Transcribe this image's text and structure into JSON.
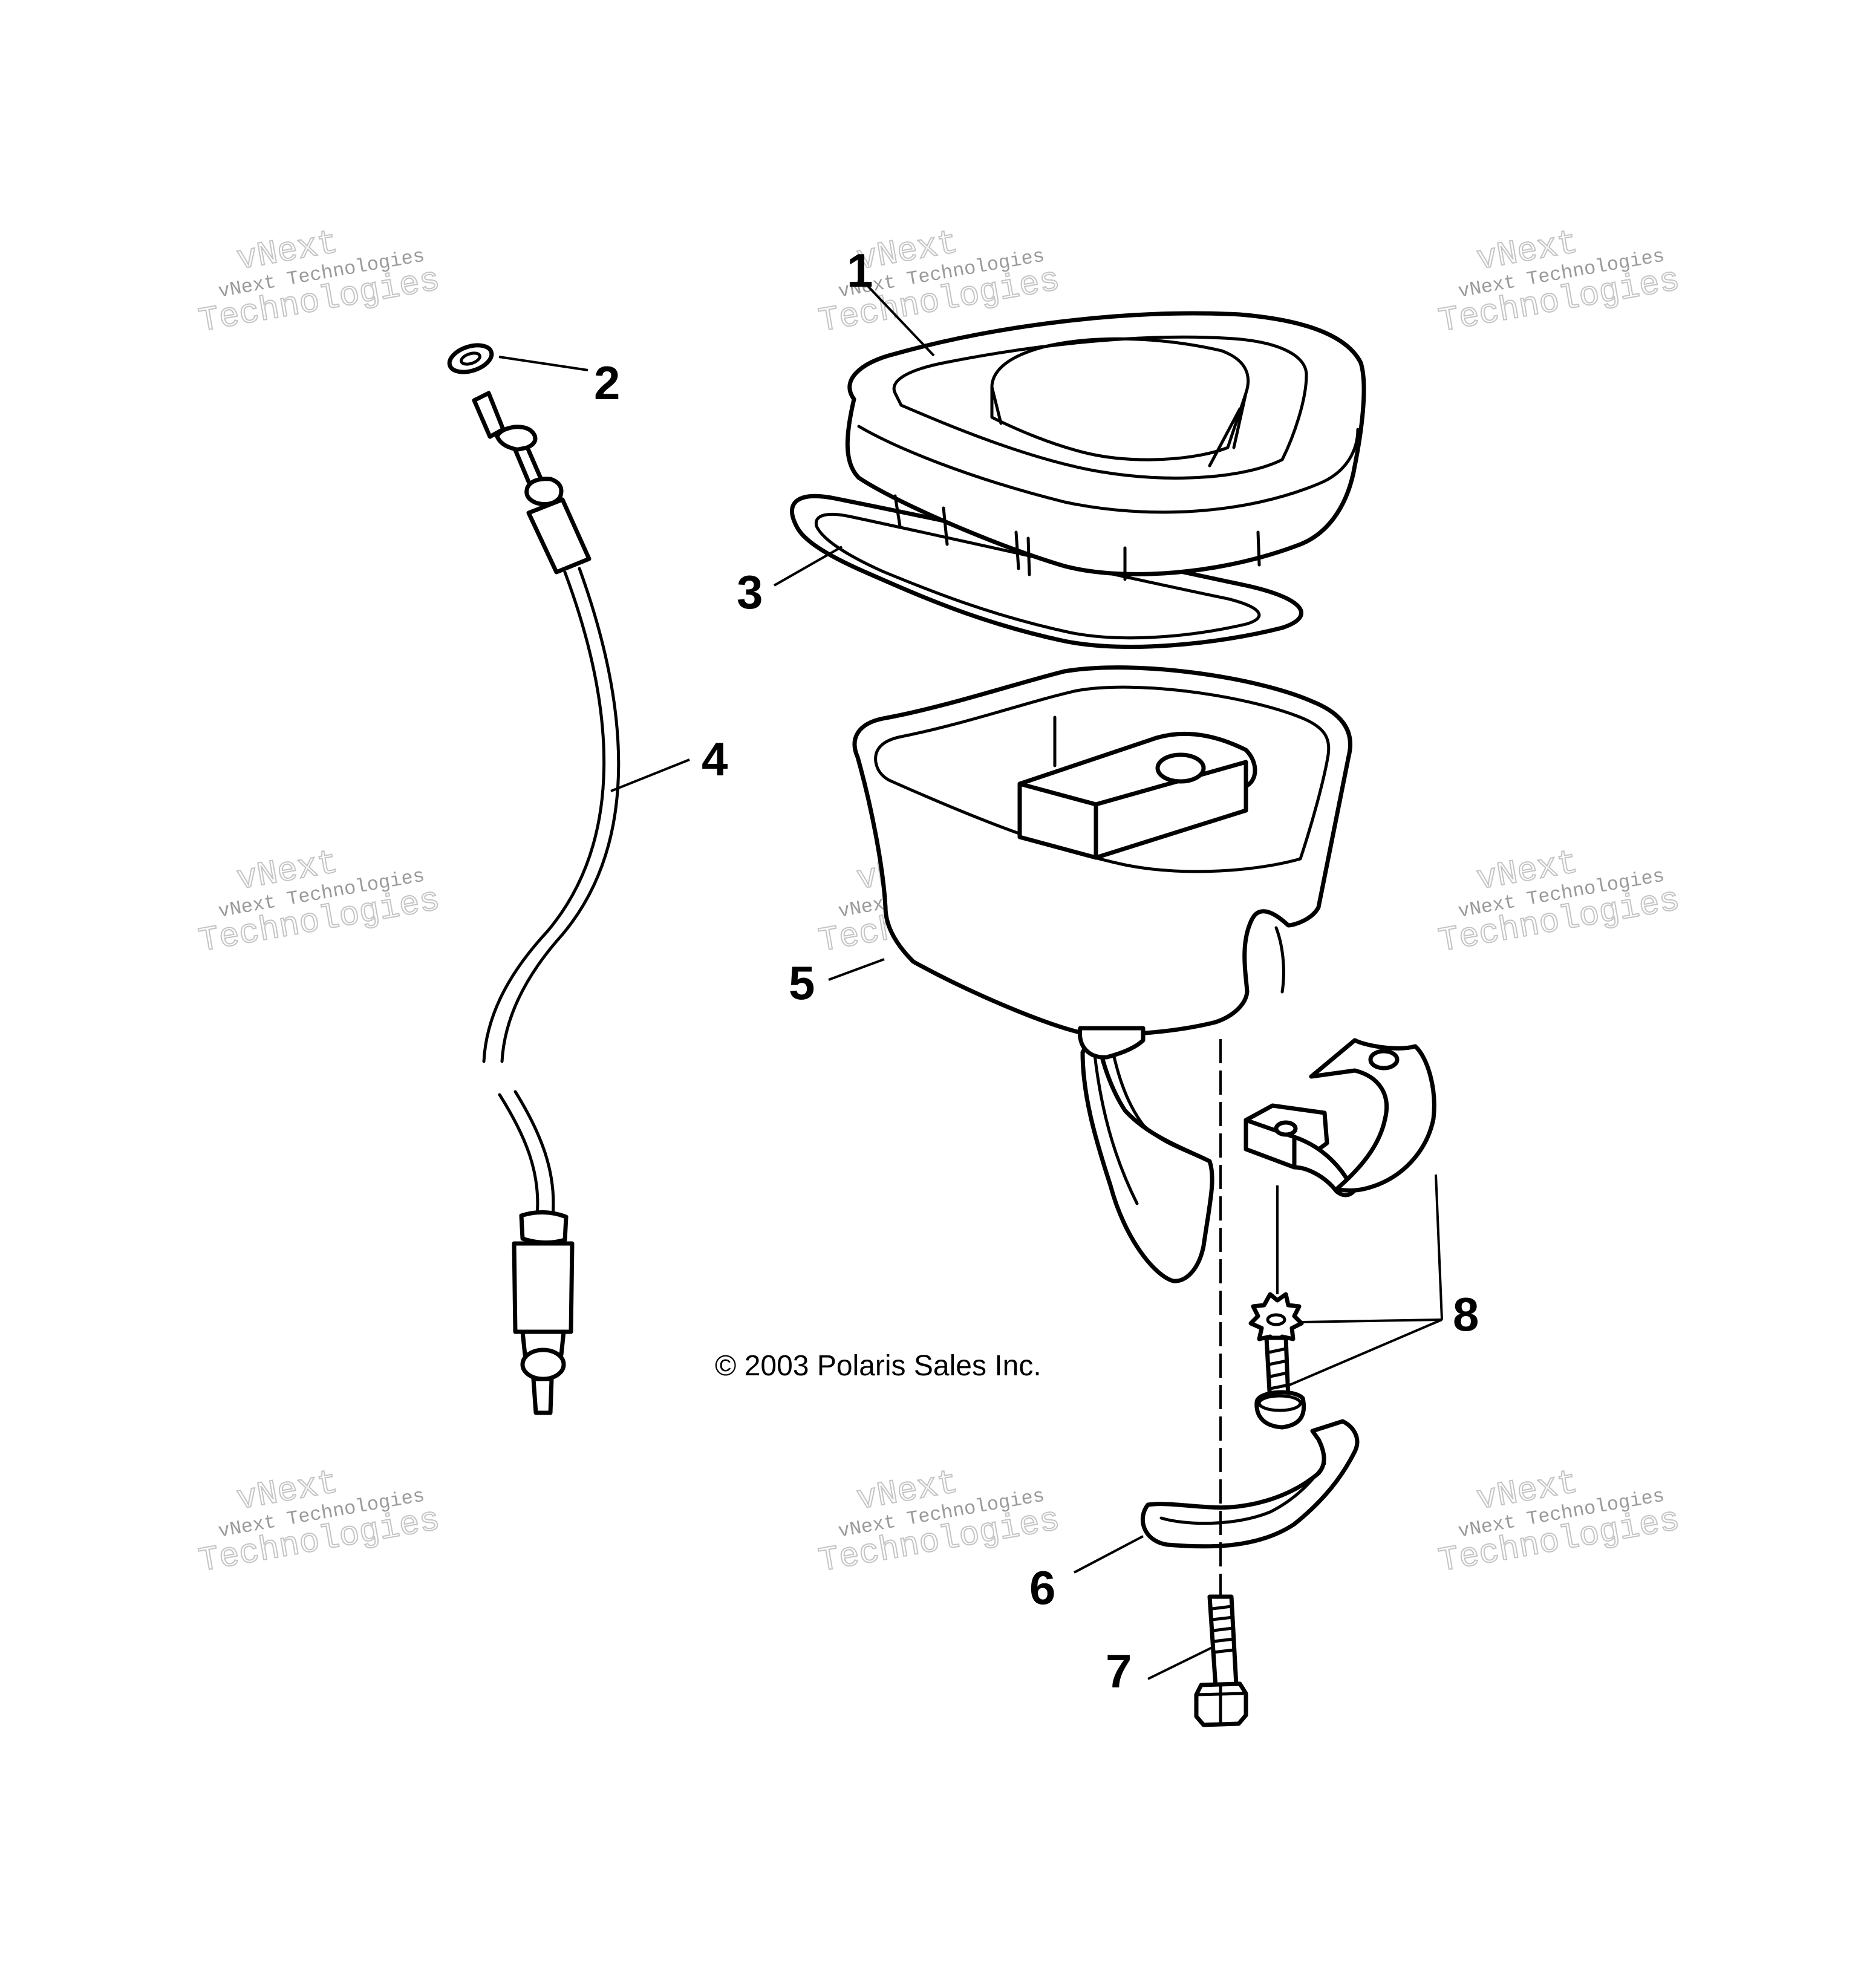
{
  "callouts": {
    "c1": "1",
    "c2": "2",
    "c3": "3",
    "c4": "4",
    "c5": "5",
    "c6": "6",
    "c7": "7",
    "c8": "8"
  },
  "copyright": "© 2003 Polaris Sales Inc.",
  "watermark": {
    "line1": "vNext",
    "line2": "vNext Technologies",
    "line3": "Technologies"
  },
  "colors": {
    "ink": "#000000",
    "watermark": "#9a9a9a",
    "background": "#ffffff"
  }
}
